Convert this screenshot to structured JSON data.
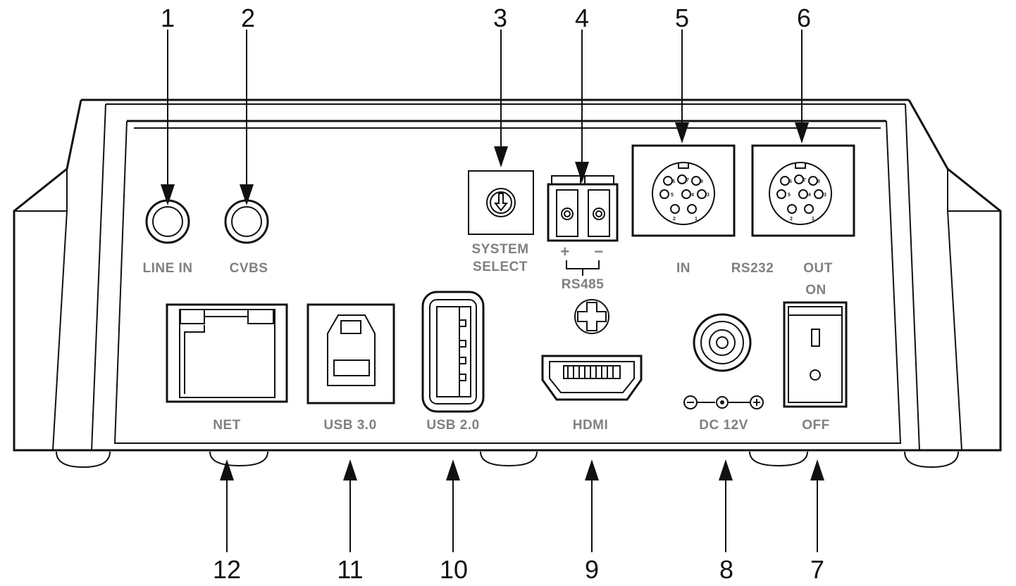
{
  "callouts": {
    "c1": "1",
    "c2": "2",
    "c3": "3",
    "c4": "4",
    "c5": "5",
    "c6": "6",
    "c7": "7",
    "c8": "8",
    "c9": "9",
    "c10": "10",
    "c11": "11",
    "c12": "12"
  },
  "labels": {
    "line_in": "LINE IN",
    "cvbs": "CVBS",
    "system": "SYSTEM",
    "select": "SELECT",
    "plus": "+",
    "minus": "−",
    "rs485": "RS485",
    "in": "IN",
    "rs232": "RS232",
    "out": "OUT",
    "on": "ON",
    "off": "OFF",
    "net": "NET",
    "usb30": "USB 3.0",
    "usb20": "USB 2.0",
    "hdmi": "HDMI",
    "dc12v": "DC 12V"
  },
  "pins": [
    "1",
    "2",
    "3",
    "4",
    "5",
    "6",
    "7",
    "8"
  ],
  "colors": {
    "line": "#111111",
    "label": "#808080",
    "background": "#ffffff"
  }
}
